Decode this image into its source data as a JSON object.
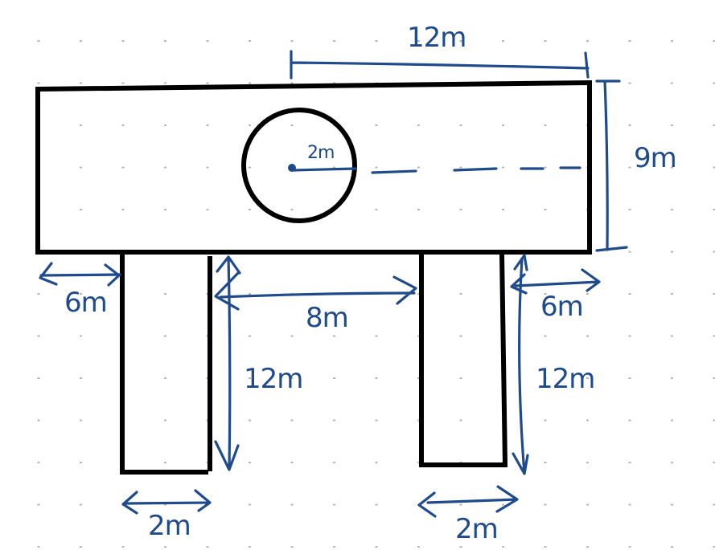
{
  "diagram": {
    "title": "",
    "background": "dot-grid",
    "colors": {
      "outline": "#000000",
      "annotation": "#1f4a8c",
      "grid_dot": "#b4b4b4",
      "background": "#ffffff"
    },
    "shapes": {
      "top_block": {
        "kind": "rectangle",
        "width_label": "12m",
        "height_label": "9m"
      },
      "hole": {
        "kind": "circle",
        "radius_label": "2m"
      },
      "left_leg": {
        "kind": "rectangle",
        "width_label": "2m",
        "height_label": "12m"
      },
      "right_leg": {
        "kind": "rectangle",
        "width_label": "2m",
        "height_label": "12m"
      }
    },
    "labels": {
      "top_width": "12m",
      "block_height": "9m",
      "circle_radius": "2m",
      "left_overhang": "6m",
      "leg_gap": "8m",
      "right_overhang": "6m",
      "left_leg_height": "12m",
      "right_leg_height": "12m",
      "left_leg_width": "2m",
      "right_leg_width": "2m"
    }
  }
}
